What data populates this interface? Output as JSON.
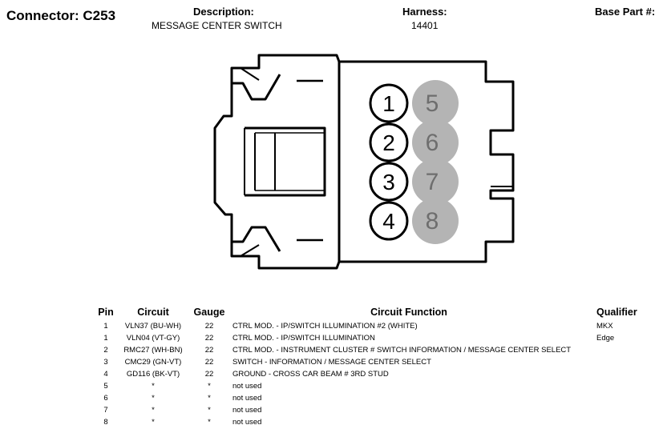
{
  "header": {
    "connector": "Connector: C253",
    "description_label": "Description:",
    "description": "MESSAGE CENTER SWITCH",
    "harness_label": "Harness:",
    "harness": "14401",
    "base_part_label": "Base Part #:"
  },
  "connector": {
    "pins": [
      {
        "num": "1",
        "style": "white"
      },
      {
        "num": "2",
        "style": "white"
      },
      {
        "num": "3",
        "style": "white"
      },
      {
        "num": "4",
        "style": "white"
      },
      {
        "num": "5",
        "style": "gray"
      },
      {
        "num": "6",
        "style": "gray"
      },
      {
        "num": "7",
        "style": "gray"
      },
      {
        "num": "8",
        "style": "gray"
      }
    ],
    "gray_fill": "#b4b4b4",
    "gray_text": "#6e6e6e"
  },
  "table": {
    "headers": {
      "pin": "Pin",
      "circuit": "Circuit",
      "gauge": "Gauge",
      "function": "Circuit Function",
      "qualifier": "Qualifier"
    },
    "rows": [
      {
        "pin": "1",
        "circuit": "VLN37 (BU-WH)",
        "gauge": "22",
        "function": "CTRL MOD. - IP/SWITCH ILLUMINATION #2 (WHITE)",
        "qualifier": "MKX"
      },
      {
        "pin": "1",
        "circuit": "VLN04 (VT-GY)",
        "gauge": "22",
        "function": "CTRL MOD. - IP/SWITCH ILLUMINATION",
        "qualifier": "Edge"
      },
      {
        "pin": "2",
        "circuit": "RMC27 (WH-BN)",
        "gauge": "22",
        "function": "CTRL MOD. - INSTRUMENT CLUSTER # SWITCH INFORMATION / MESSAGE CENTER SELECT",
        "qualifier": ""
      },
      {
        "pin": "3",
        "circuit": "CMC29 (GN-VT)",
        "gauge": "22",
        "function": "SWITCH - INFORMATION / MESSAGE CENTER SELECT",
        "qualifier": ""
      },
      {
        "pin": "4",
        "circuit": "GD116 (BK-VT)",
        "gauge": "22",
        "function": "GROUND - CROSS CAR BEAM # 3RD STUD",
        "qualifier": ""
      },
      {
        "pin": "5",
        "circuit": "*",
        "gauge": "*",
        "function": "not used",
        "qualifier": ""
      },
      {
        "pin": "6",
        "circuit": "*",
        "gauge": "*",
        "function": "not used",
        "qualifier": ""
      },
      {
        "pin": "7",
        "circuit": "*",
        "gauge": "*",
        "function": "not used",
        "qualifier": ""
      },
      {
        "pin": "8",
        "circuit": "*",
        "gauge": "*",
        "function": "not used",
        "qualifier": ""
      }
    ]
  }
}
